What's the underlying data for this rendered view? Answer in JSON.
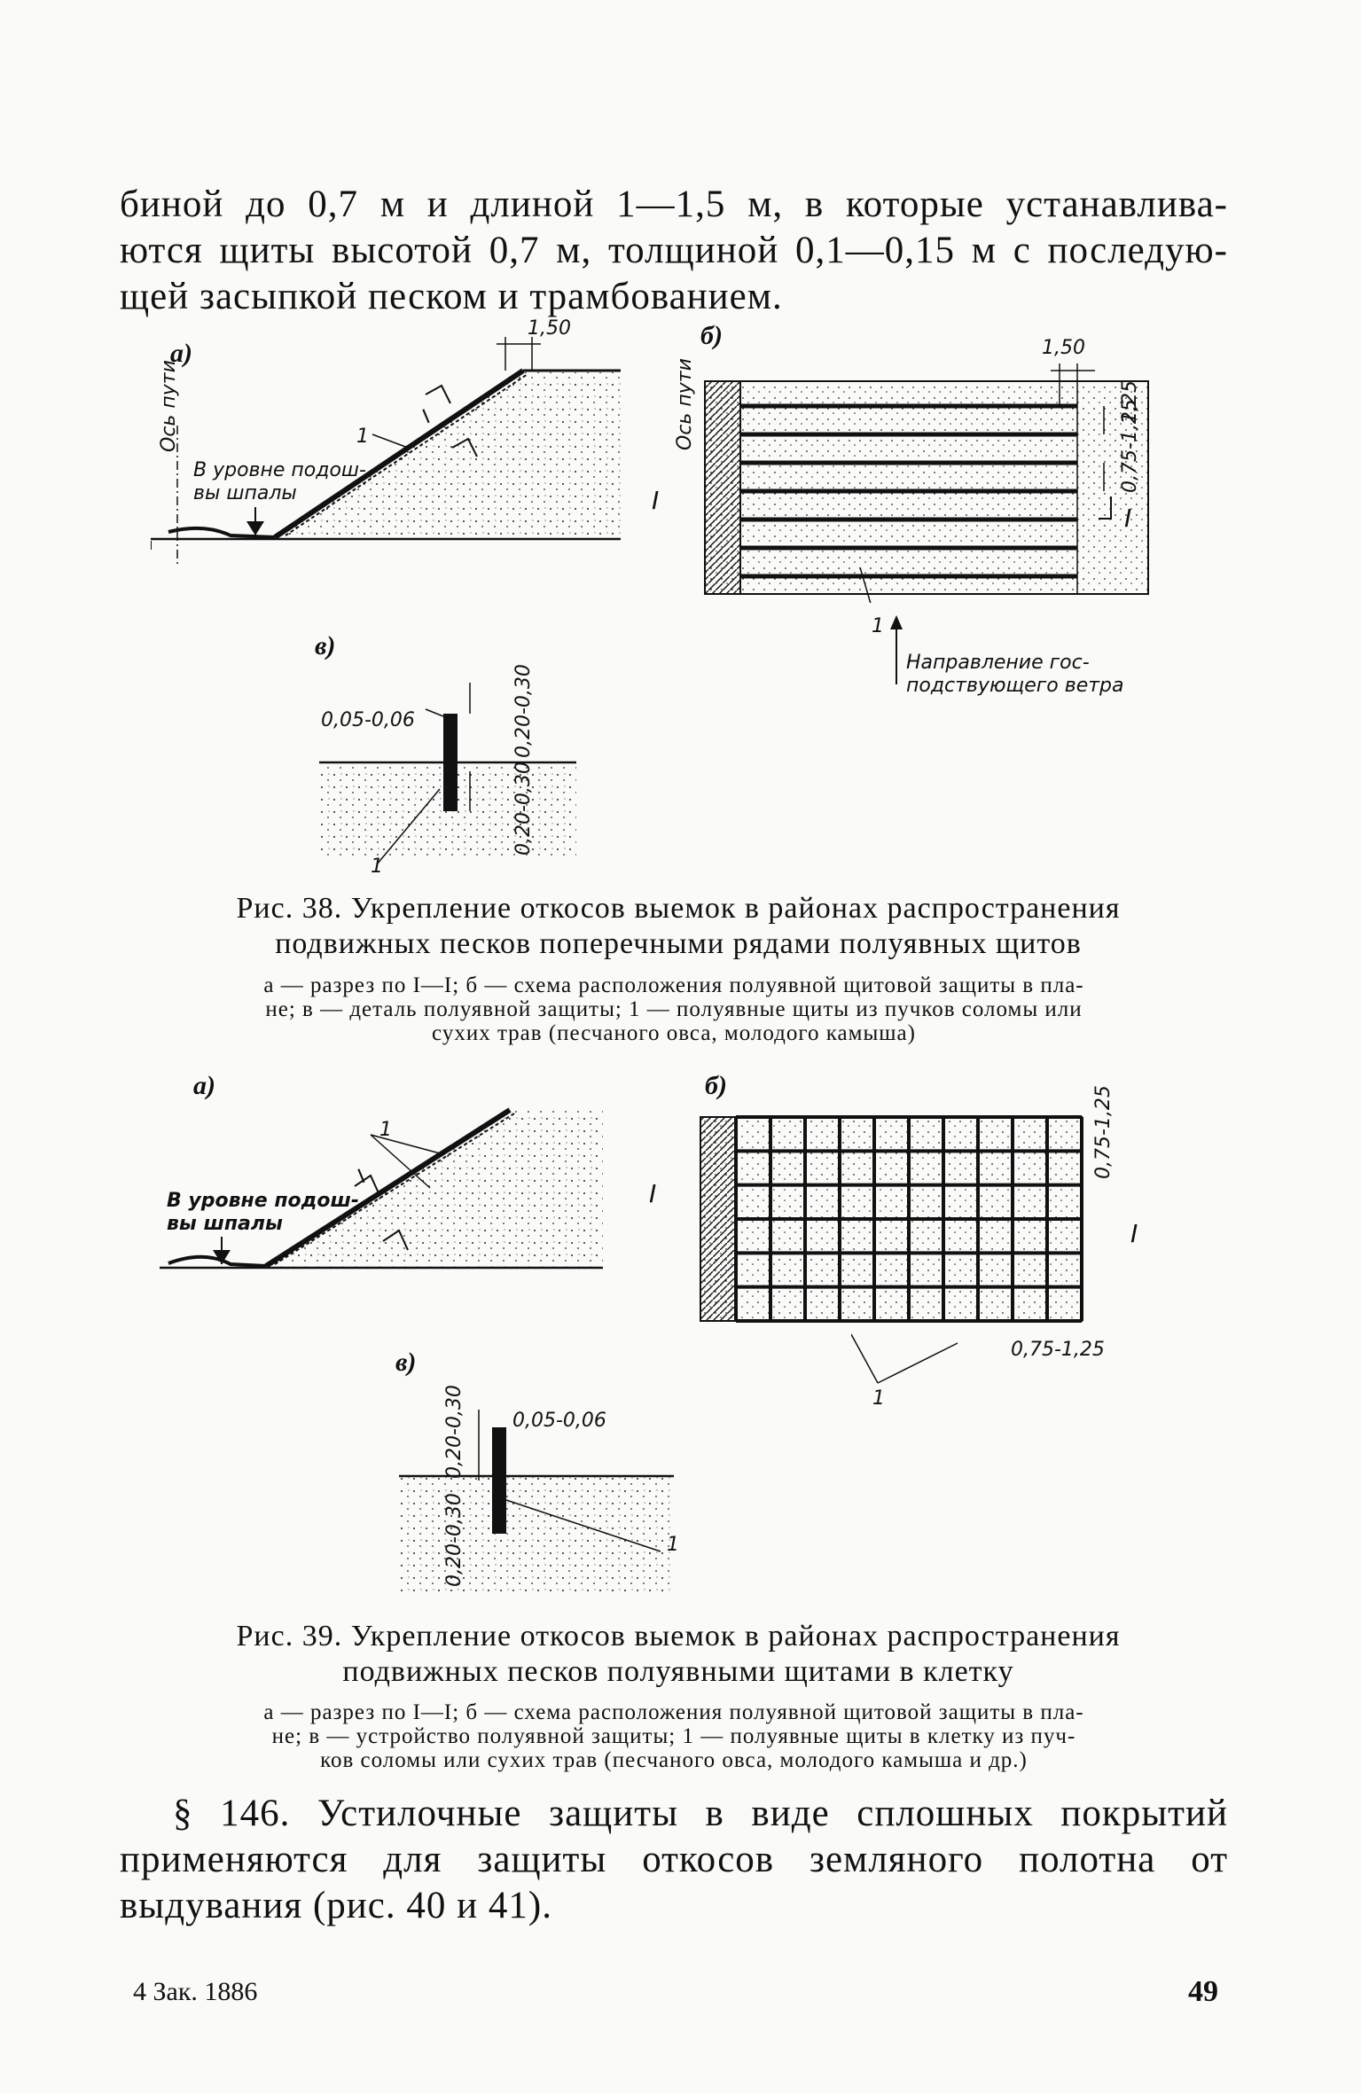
{
  "top_paragraph": {
    "lines": [
      "биной до 0,7 м и длиной 1—1,5 м, в которые устанавлива-",
      "ются щиты высотой 0,7 м, толщиной 0,1—0,15 м с последую-",
      "щей засыпкой песком и трамбованием."
    ]
  },
  "figure38": {
    "label_a": "а)",
    "label_b": "б)",
    "label_v": "в)",
    "a_axis": "Ось пути",
    "a_note_line1": "В уровне подош-",
    "a_note_line2": "вы шпалы",
    "a_dim_top": "1,50",
    "a_section_mark": "I",
    "a_marker_1": "1",
    "b_axis": "Ось пути",
    "b_dim_top": "1,50",
    "b_dim_right1": "1,25",
    "b_dim_right2": "0,75-1,25",
    "b_marker_1": "1",
    "b_section_mark_left": "I",
    "b_section_mark_right": "I",
    "b_wind_line1": "Направление гос-",
    "b_wind_line2": "подствующего ветра",
    "v_dim_thickness": "0,05-0,06",
    "v_dim_top": "0,20-0,30",
    "v_dim_bottom": "0,20-0,30",
    "v_marker_1": "1",
    "caption_line1": "Рис. 38. Укрепление откосов выемок в районах распространения",
    "caption_line2": "подвижных песков поперечными рядами полуявных щитов",
    "note_line1": "а — разрез по I—I; б — схема расположения полуявной щитовой защиты в пла-",
    "note_line2": "не; в — деталь полуявной защиты; 1 — полуявные щиты из пучков соломы или",
    "note_line3": "сухих трав (песчаного овса, молодого камыша)"
  },
  "figure39": {
    "label_a": "а)",
    "label_b": "б)",
    "label_v": "в)",
    "a_note_line1": "В уровне подош-",
    "a_note_line2": "вы шпалы",
    "a_marker_1": "1",
    "a_section_mark": "I",
    "b_dim_right": "0,75-1,25",
    "b_dim_bottom": "0,75-1,25",
    "b_marker_1": "1",
    "b_section_mark_left": "I",
    "b_section_mark_right": "I",
    "v_dim_thickness": "0,05-0,06",
    "v_dim_top": "0,20-0,30",
    "v_dim_bottom": "0,20-0,30",
    "v_marker_1": "1",
    "caption_line1": "Рис. 39. Укрепление откосов выемок в районах распространения",
    "caption_line2": "подвижных песков полуявными щитами в клетку",
    "note_line1": "а — разрез по I—I; б — схема расположения полуявной щитовой защиты в пла-",
    "note_line2": "не; в — устройство полуявной защиты; 1 — полуявные щиты в клетку из пуч-",
    "note_line3": "ков соломы или сухих трав (песчаного овса, молодого камыша и др.)"
  },
  "section_paragraph": {
    "lines": [
      "§ 146. Устилочные защиты в виде сплошных покрытий",
      "применяются для защиты откосов земляного полотна от",
      "выдувания (рис. 40 и 41)."
    ]
  },
  "footer": {
    "left": "4 Зак. 1886",
    "page_number": "49"
  },
  "colors": {
    "ink": "#111111",
    "paper": "#fafaf8"
  }
}
